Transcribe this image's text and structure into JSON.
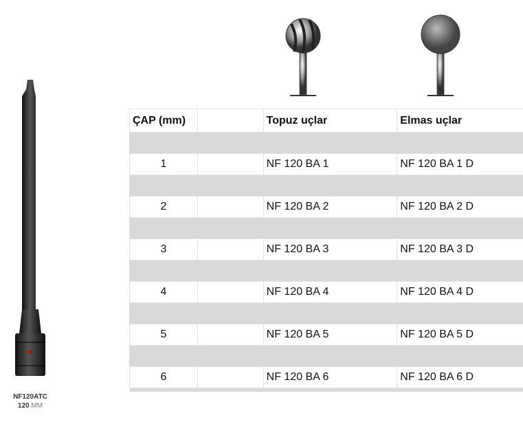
{
  "product": {
    "code": "NF120ATC",
    "length_num": "120",
    "length_unit": "MM"
  },
  "table": {
    "headers": [
      "ÇAP (mm)",
      "",
      "Topuz uçlar",
      "Elmas uçlar"
    ],
    "rows": [
      {
        "diameter": "1",
        "topuz": "NF 120 BA  1",
        "elmas": "NF 120 BA  1 D"
      },
      {
        "diameter": "2",
        "topuz": "NF 120 BA  2",
        "elmas": "NF 120 BA  2 D"
      },
      {
        "diameter": "3",
        "topuz": "NF 120 BA  3",
        "elmas": "NF 120 BA  3 D"
      },
      {
        "diameter": "4",
        "topuz": "NF 120 BA  4",
        "elmas": "NF 120 BA  4 D"
      },
      {
        "diameter": "5",
        "topuz": "NF 120 BA  5",
        "elmas": "NF 120 BA  5 D"
      },
      {
        "diameter": "6",
        "topuz": "NF 120 BA  6",
        "elmas": "NF 120 BA 6 D"
      }
    ]
  }
}
